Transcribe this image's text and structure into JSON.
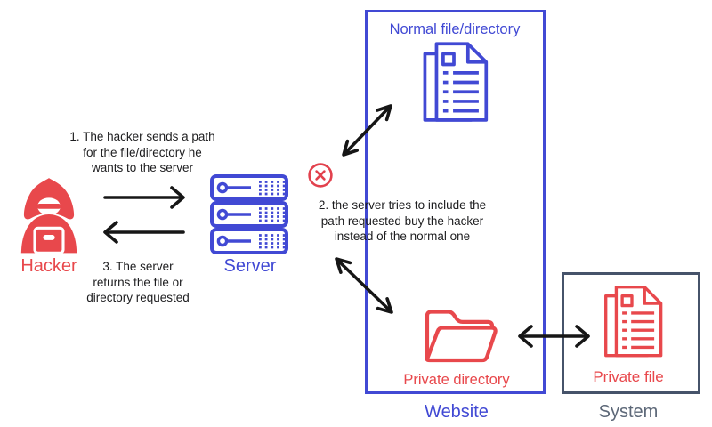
{
  "title": "Path traversal attack diagram",
  "colors": {
    "blue": "#4149d4",
    "red": "#e8484c",
    "error_red": "#e2414d",
    "arrow_black": "#161616",
    "text_dark": "#1d1d1f",
    "system_border_gray": "#46536a",
    "system_text_gray": "#5d6878"
  },
  "steps": {
    "step1": "1. The hacker sends a path\nfor the file/directory he\nwants to the server",
    "step2": "2. the server tries to include the\npath requested buy the hacker\ninstead of the normal one",
    "step3": "3. The server\nreturns the file or\ndirectory requested"
  },
  "nodes": {
    "hacker": {
      "label": "Hacker"
    },
    "server": {
      "label": "Server"
    },
    "website": {
      "label": "Website",
      "normal_file": "Normal file/directory",
      "private_directory": "Private directory"
    },
    "system": {
      "label": "System",
      "private_file": "Private file"
    }
  },
  "icons": {
    "hacker": "hooded-hacker-icon",
    "server": "server-rack-icon",
    "error": "crossed-circle-icon",
    "normal_file": "document-pages-icon",
    "private_directory": "open-folder-icon",
    "private_file": "document-pages-icon"
  }
}
